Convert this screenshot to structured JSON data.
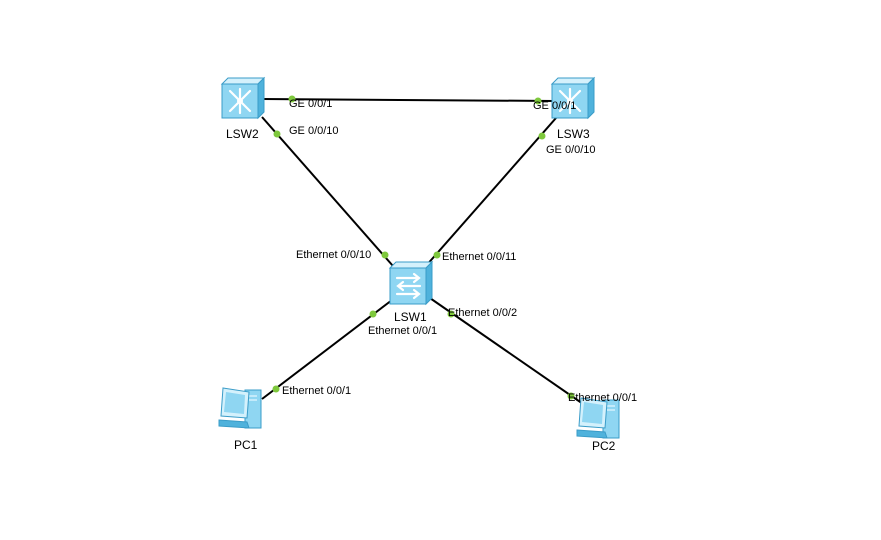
{
  "devices": {
    "lsw1": {
      "name": "LSW1",
      "type": "switch",
      "icon": "access-switch-icon"
    },
    "lsw2": {
      "name": "LSW2",
      "type": "switch",
      "icon": "core-switch-icon"
    },
    "lsw3": {
      "name": "LSW3",
      "type": "switch",
      "icon": "core-switch-icon"
    },
    "pc1": {
      "name": "PC1",
      "type": "pc",
      "icon": "pc-icon"
    },
    "pc2": {
      "name": "PC2",
      "type": "pc",
      "icon": "pc-icon"
    }
  },
  "links": [
    {
      "id": "lsw2-lsw3",
      "from": "LSW2",
      "from_port": "GE 0/0/1",
      "to": "LSW3",
      "to_port": "GE 0/0/1"
    },
    {
      "id": "lsw2-lsw1",
      "from": "LSW2",
      "from_port": "GE 0/0/10",
      "to": "LSW1",
      "to_port": "Ethernet 0/0/10"
    },
    {
      "id": "lsw3-lsw1",
      "from": "LSW3",
      "from_port": "GE 0/0/10",
      "to": "LSW1",
      "to_port": "Ethernet 0/0/11"
    },
    {
      "id": "lsw1-pc1",
      "from": "LSW1",
      "from_port": "Ethernet 0/0/1",
      "to": "PC1",
      "to_port": "Ethernet 0/0/1"
    },
    {
      "id": "lsw1-pc2",
      "from": "LSW1",
      "from_port": "Ethernet 0/0/2",
      "to": "PC2",
      "to_port": "Ethernet 0/0/1"
    }
  ],
  "colors": {
    "link": "#000000",
    "port_dot": "#7ec83c",
    "device_fill": "#8fd6f2",
    "device_dark": "#4fb2dc",
    "device_light": "#d4f1fc"
  }
}
